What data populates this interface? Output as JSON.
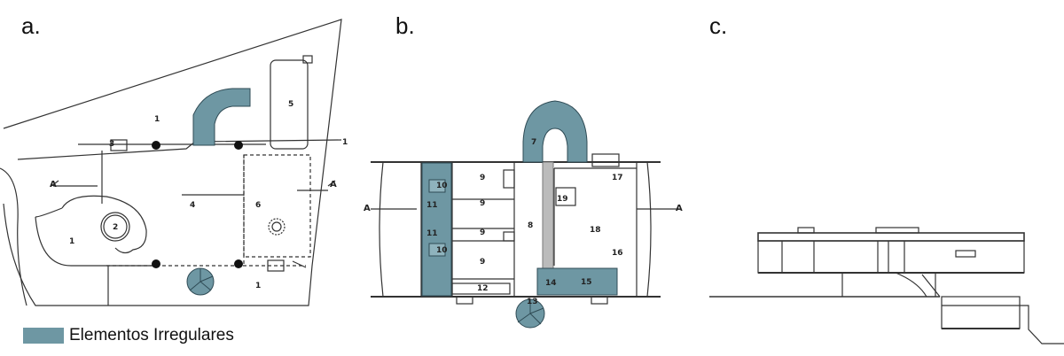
{
  "panels": {
    "a": {
      "label": "a.",
      "room_numbers": [
        "1",
        "1",
        "1",
        "1",
        "2",
        "3",
        "4",
        "5",
        "6"
      ],
      "section_marker": "A"
    },
    "b": {
      "label": "b.",
      "room_numbers": [
        "7",
        "8",
        "9",
        "9",
        "9",
        "9",
        "10",
        "10",
        "11",
        "11",
        "12",
        "13",
        "14",
        "15",
        "16",
        "17",
        "18",
        "19"
      ],
      "section_marker": "A"
    },
    "c": {
      "label": "c."
    }
  },
  "legend": {
    "label": "Elementos Irregulares",
    "color": "#6e97a3"
  }
}
